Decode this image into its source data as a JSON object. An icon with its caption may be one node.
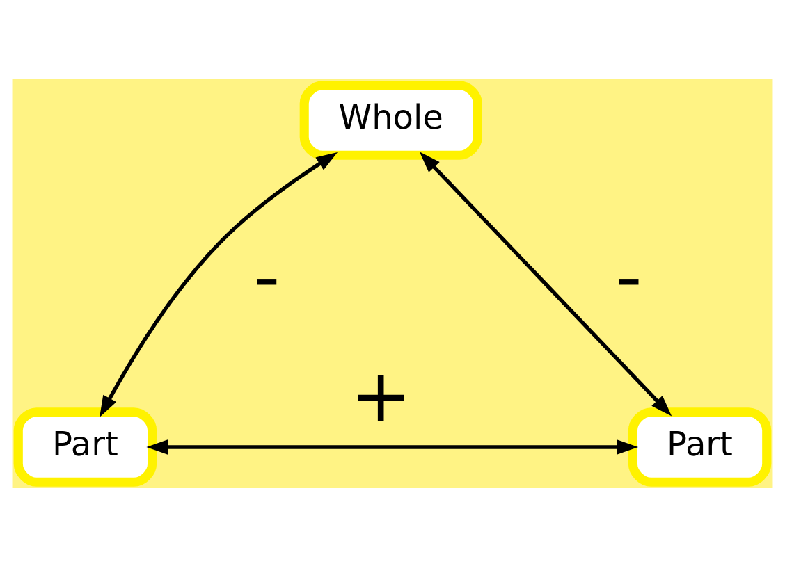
{
  "diagram": {
    "nodes": [
      {
        "text": [
          "Whole"
        ]
      },
      {
        "text": [
          "Part"
        ]
      },
      {
        "text": [
          "Part"
        ]
      }
    ],
    "edges": [
      {
        "from": 0,
        "to": 1,
        "arrow": "both",
        "label": "-"
      },
      {
        "from": 0,
        "to": 2,
        "arrow": "both",
        "label": "-"
      },
      {
        "from": 1,
        "to": 2,
        "arrow": "both",
        "label": "+"
      }
    ]
  }
}
